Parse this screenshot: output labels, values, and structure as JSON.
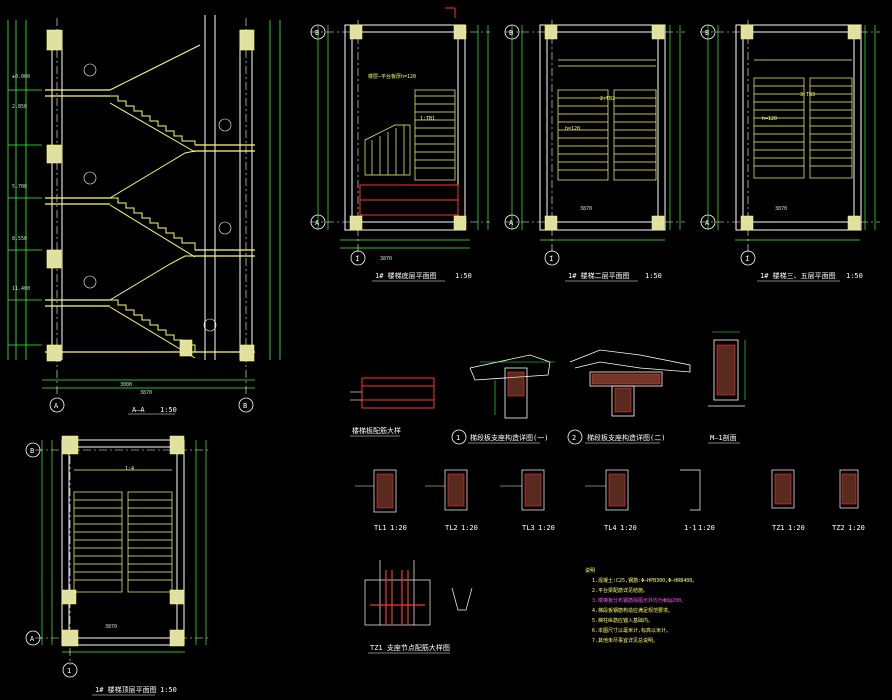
{
  "grid_labels": {
    "B": "B",
    "A": "A",
    "one": "1",
    "two": "2"
  },
  "titles": {
    "section_aa": "A—A",
    "section_aa_scale": "1:50",
    "plan_ground": "1# 楼梯底层平面图",
    "plan_ground_scale": "1:50",
    "plan_second": "1# 楼梯二层平面图",
    "plan_second_scale": "1:50",
    "plan_third_fifth": "1# 楼梯三、五层平面图",
    "plan_third_fifth_scale": "1:50",
    "plan_top": "1# 楼梯顶层平面图",
    "plan_top_scale": "1:50",
    "stair_slab": "楼梯板配筋大样",
    "slab_detail_1": "梯段板支座构造详图(一)",
    "slab_detail_2": "梯段板支座构造详图(二)",
    "section_m": "M—1剖面",
    "tl1": "TL1",
    "tl2": "TL2",
    "tl3": "TL3",
    "tl4": "TL4",
    "s11": "1-1",
    "tz1": "TZ1",
    "tz2": "TZ2",
    "beam_scale": "1:20",
    "tz1_rebar": "TZ1 支座节点配筋大样图"
  },
  "circles": {
    "one": "1",
    "two": "2"
  },
  "notes": {
    "heading": "说明",
    "items": [
      "1.混凝土:C25,钢筋:Φ—HPB300,Φ—HRB400。",
      "2.平台梁配筋详见结施。",
      "3.楼梯板分布钢筋除图示外均为Φ8@200。",
      "4.梯段板钢筋构造应满足规范要求。",
      "5.梯柱纵筋应锚入基础内。",
      "6.本图尺寸以毫米计,标高以米计。",
      "7.其他未尽事宜详见总说明。"
    ]
  },
  "colors": {
    "background": "#000000",
    "wall": "#ffff66",
    "column": "#e0e0a0",
    "dimension": "#33ff33",
    "axis": "#ffffff",
    "beam": "#ff3333",
    "note_magenta": "#ff33ff"
  }
}
